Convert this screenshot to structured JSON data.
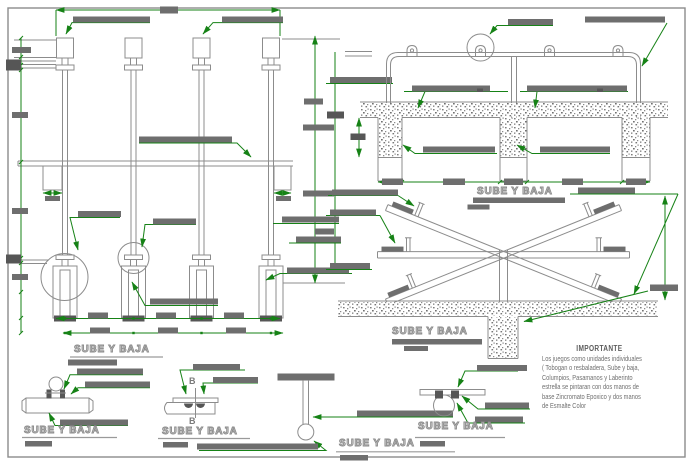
{
  "drawing": {
    "views": {
      "left_elevation": {
        "title": "SUBE Y BAJA"
      },
      "front_elevation": {
        "title": "SUBE Y BAJA"
      },
      "star_elevation": {
        "title": "SUBE Y BAJA"
      },
      "detail_seat_clamp": {
        "title": "SUBE Y BAJA"
      },
      "detail_section_b": {
        "title": "SUBE Y BAJA",
        "section_marker_top": "B",
        "section_marker_bottom": "B"
      },
      "detail_handle": {
        "title": "SUBE Y BAJA"
      },
      "detail_pivot": {
        "title": "SUBE Y BAJA"
      }
    },
    "note": {
      "heading": "IMPORTANTE",
      "lines": [
        "Los juegos como unidades individuales",
        "( Tobogan o resbaladera, Sube y baja,",
        "Columpios, Pasamanos y Laberinto",
        "estrella se pintaran con dos manos de",
        "base Zincromato Epoxico y dos manos",
        "de Esmalte Color"
      ]
    },
    "colors": {
      "dimension_green": "#168216",
      "line_gray": "#8c8c8c",
      "text_block_gray": "#6e6e6e",
      "text_block_dark": "#565656"
    }
  }
}
